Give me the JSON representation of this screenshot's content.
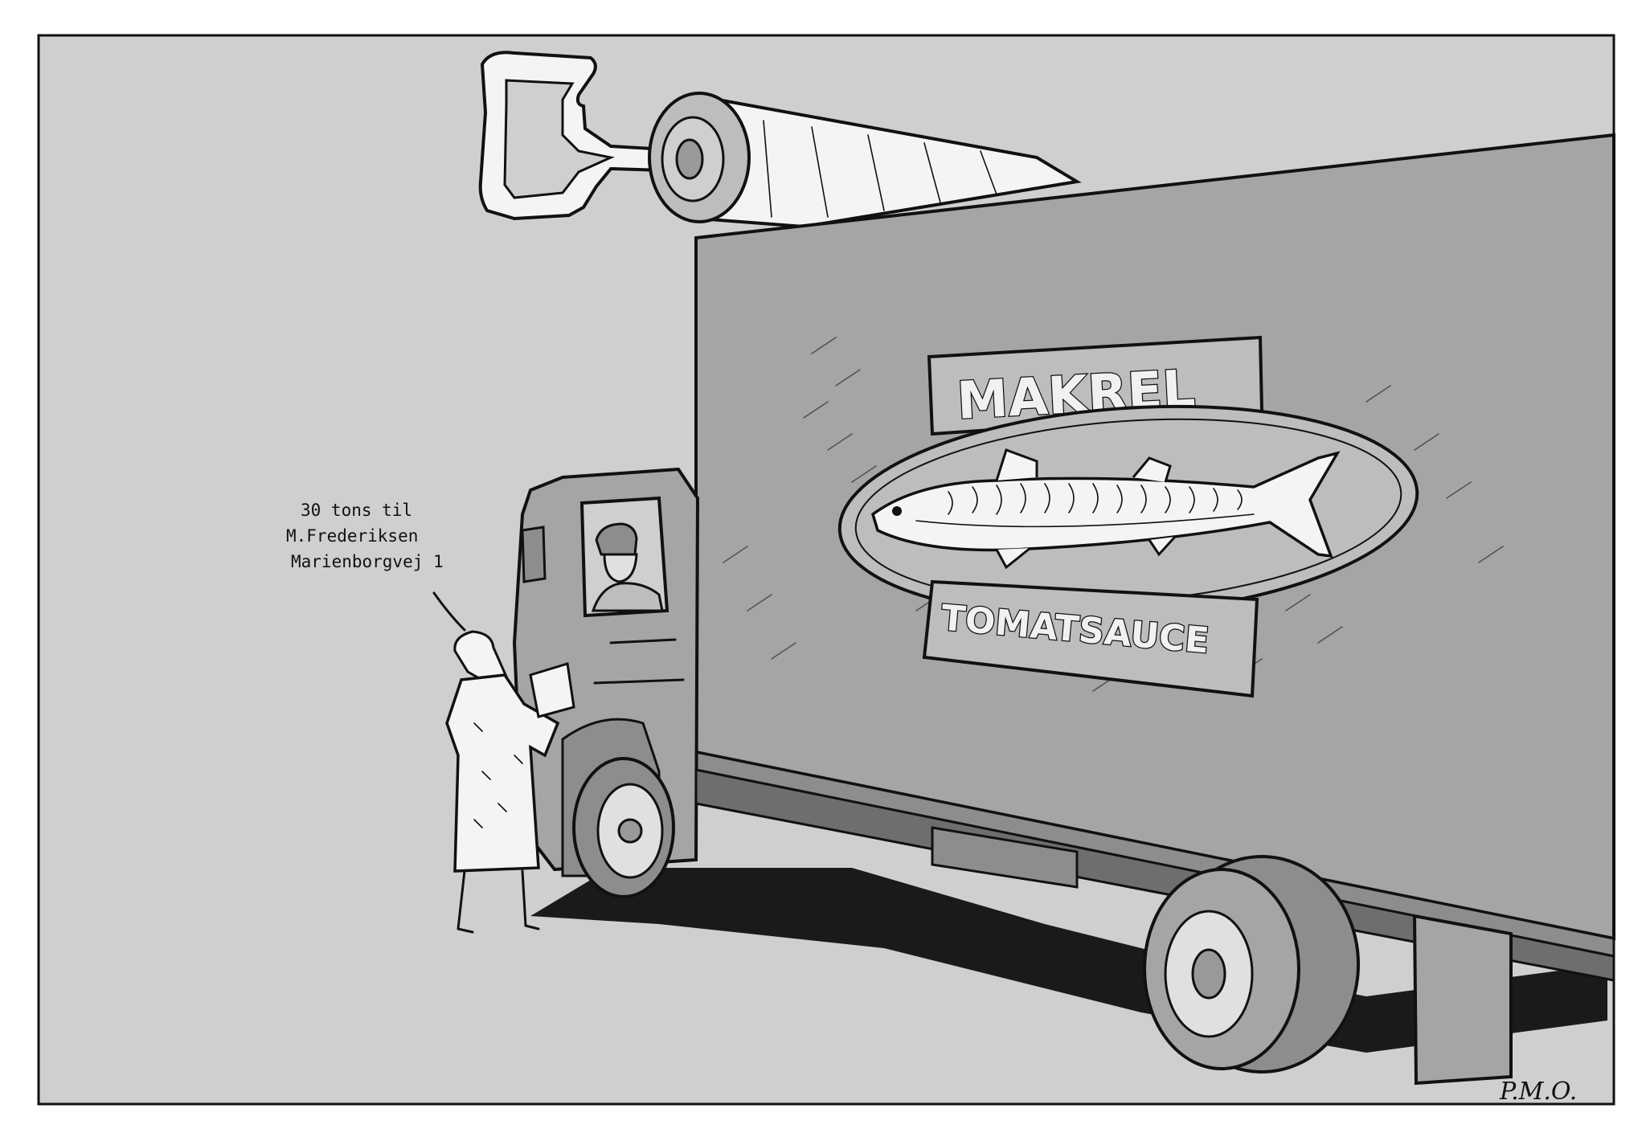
{
  "speech_bubble": {
    "lines": [
      "30 tons til",
      "M.Frederiksen",
      "Marienborgvej 1"
    ]
  },
  "truck_sign": {
    "top_label": "MAKREL",
    "bottom_label": "TOMATSAUCE"
  },
  "signature": "P.M.O.",
  "colors": {
    "background_frame": "#cfcfcf",
    "truck_body": "#a5a5a5",
    "sign_panel": "#bdbdbd",
    "ink": "#111111",
    "paper_white": "#f4f4f4"
  }
}
